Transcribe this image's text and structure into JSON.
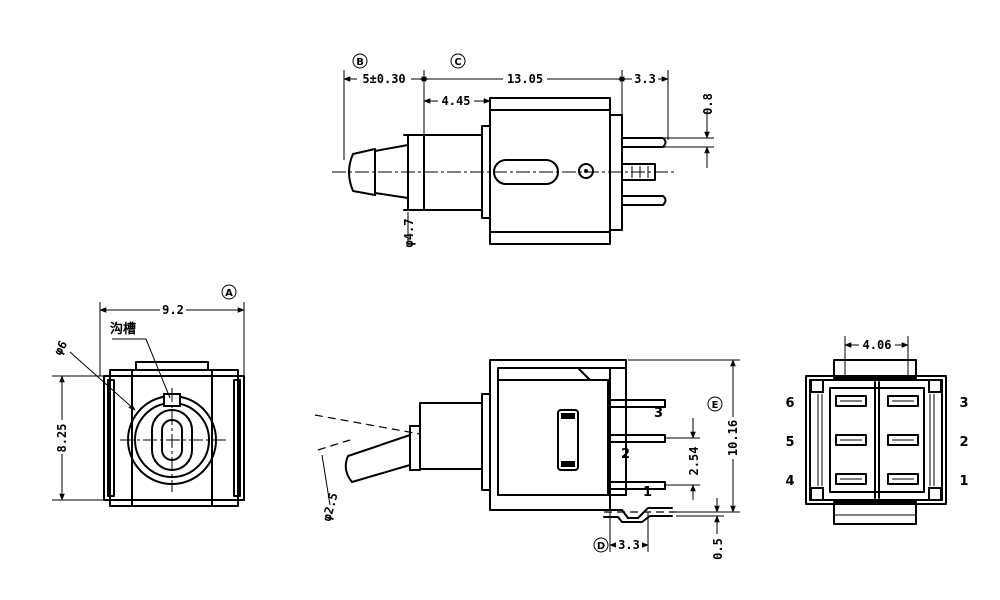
{
  "markers": {
    "a": "A",
    "b": "B",
    "c": "C",
    "d": "D",
    "e": "E"
  },
  "dimensions": {
    "shaft_offset": "5±0.30",
    "body_length": "13.05",
    "pin_length_top": "3.3",
    "pin_width": "0.8",
    "bushing_length": "4.45",
    "shaft_diameter": "φ4.7",
    "body_width": "9.2",
    "body_height": "8.25",
    "thread_diameter": "φ6",
    "tip_diameter": "φ2.5",
    "pin_pitch": "2.54",
    "overall_height": "10.16",
    "pin_bend": "3.3",
    "pin_thickness": "0.5",
    "pin_spacing": "4.06"
  },
  "labels": {
    "groove": "沟槽"
  },
  "pins": {
    "side": [
      "3",
      "2",
      "1"
    ],
    "left": [
      "6",
      "5",
      "4"
    ],
    "right": [
      "3",
      "2",
      "1"
    ]
  }
}
